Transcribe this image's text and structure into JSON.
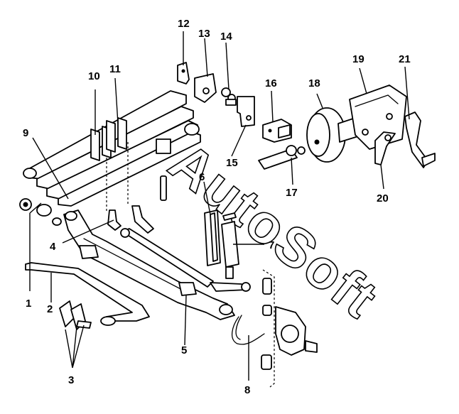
{
  "diagram": {
    "watermark": "AutoSoft",
    "callouts": [
      {
        "id": "c1",
        "text": "1"
      },
      {
        "id": "c2",
        "text": "2"
      },
      {
        "id": "c3",
        "text": "3"
      },
      {
        "id": "c4",
        "text": "4"
      },
      {
        "id": "c5",
        "text": "5"
      },
      {
        "id": "c6",
        "text": "6"
      },
      {
        "id": "c7",
        "text": "7"
      },
      {
        "id": "c8",
        "text": "8"
      },
      {
        "id": "c9",
        "text": "9"
      },
      {
        "id": "c10",
        "text": "10"
      },
      {
        "id": "c11",
        "text": "11"
      },
      {
        "id": "c12",
        "text": "12"
      },
      {
        "id": "c13",
        "text": "13"
      },
      {
        "id": "c14",
        "text": "14"
      },
      {
        "id": "c15",
        "text": "15"
      },
      {
        "id": "c16",
        "text": "16"
      },
      {
        "id": "c17",
        "text": "17"
      },
      {
        "id": "c18",
        "text": "18"
      },
      {
        "id": "c19",
        "text": "19"
      },
      {
        "id": "c20",
        "text": "20"
      },
      {
        "id": "c21",
        "text": "21"
      }
    ]
  },
  "colors": {
    "ink": "#000000",
    "paper": "#ffffff"
  }
}
